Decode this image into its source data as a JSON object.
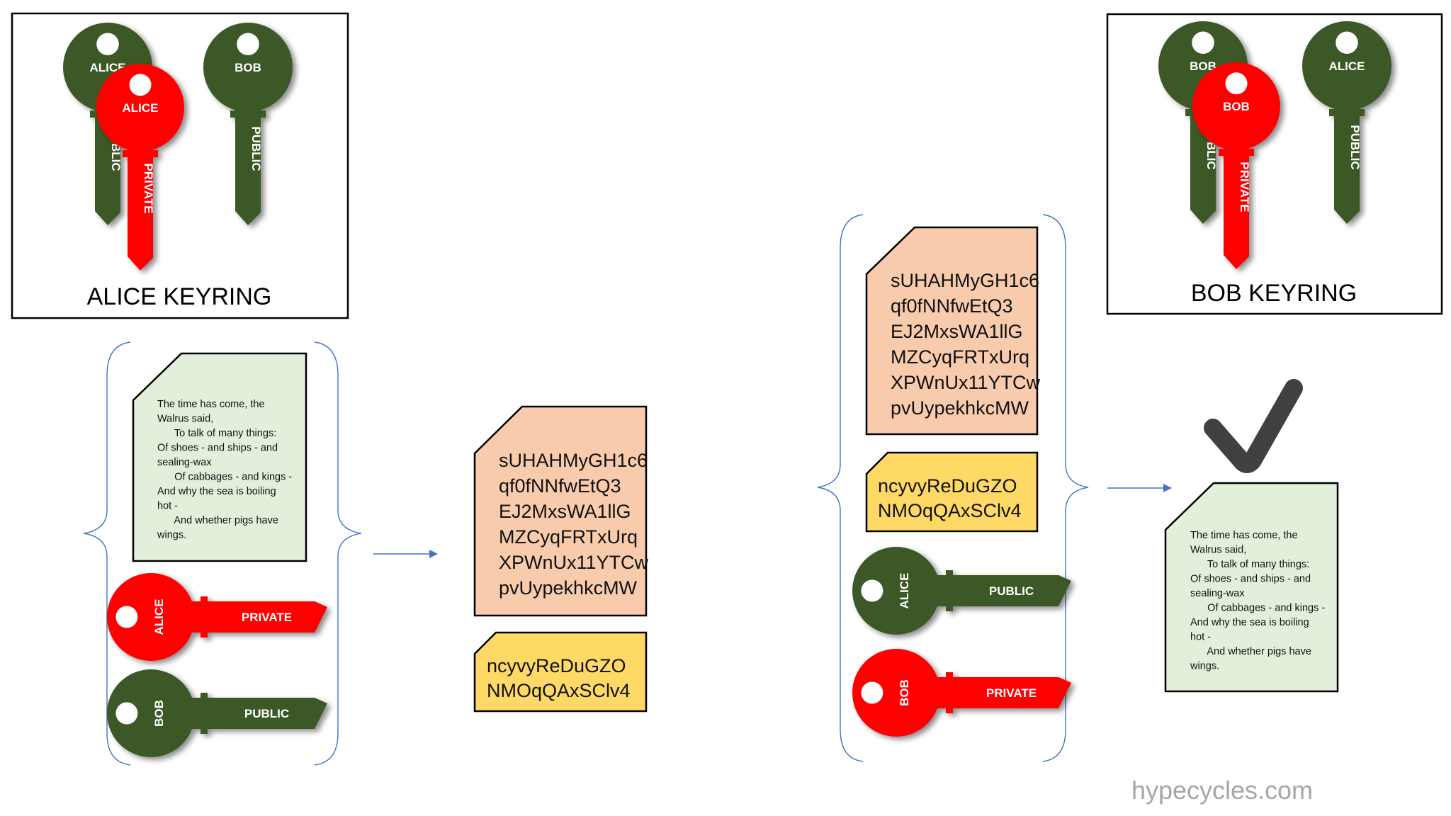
{
  "colors": {
    "private_key": "#FF0000",
    "public_key": "#3B5825",
    "plaintext_doc": "#E2EFDA",
    "ciphertext_doc": "#F8CBAD",
    "session_key_doc": "#FFD966",
    "brace_arrow": "#4472C4",
    "checkmark": "#404040",
    "watermark": "#A6A6A6"
  },
  "alice_keyring": {
    "title": "ALICE KEYRING",
    "keys": [
      {
        "owner": "ALICE",
        "type": "PUBLIC",
        "color": "public"
      },
      {
        "owner": "ALICE",
        "type": "PRIVATE",
        "color": "private"
      },
      {
        "owner": "BOB",
        "type": "PUBLIC",
        "color": "public"
      }
    ]
  },
  "bob_keyring": {
    "title": "BOB KEYRING",
    "keys": [
      {
        "owner": "BOB",
        "type": "PUBLIC",
        "color": "public"
      },
      {
        "owner": "BOB",
        "type": "PRIVATE",
        "color": "private"
      },
      {
        "owner": "ALICE",
        "type": "PUBLIC",
        "color": "public"
      }
    ]
  },
  "plaintext": {
    "lines": [
      "The time has come, the",
      "Walrus said,",
      "      To talk of many things:",
      "Of shoes - and ships - and",
      "sealing-wax",
      "      Of cabbages - and kings -",
      "And why the sea is boiling",
      "hot -",
      "      And whether pigs have",
      "wings."
    ]
  },
  "ciphertext": {
    "lines": [
      "sUHAHMyGH1c6",
      "qf0fNNfwEtQ3",
      "EJ2MxsWA1llG",
      "MZCyqFRTxUrq",
      "XPWnUx11YTCw",
      "pvUypekhkcMW"
    ]
  },
  "signature": {
    "lines": [
      "ncyvyReDuGZO",
      "NMOqQAxSClv4"
    ]
  },
  "encrypt_inputs": {
    "keys": [
      {
        "owner": "ALICE",
        "type": "PRIVATE",
        "color": "private"
      },
      {
        "owner": "BOB",
        "type": "PUBLIC",
        "color": "public"
      }
    ]
  },
  "decrypt_inputs": {
    "keys": [
      {
        "owner": "ALICE",
        "type": "PUBLIC",
        "color": "public"
      },
      {
        "owner": "BOB",
        "type": "PRIVATE",
        "color": "private"
      }
    ]
  },
  "result": {
    "icon": "checkmark-icon",
    "status": "verified"
  },
  "watermark": "hypecycles.com"
}
